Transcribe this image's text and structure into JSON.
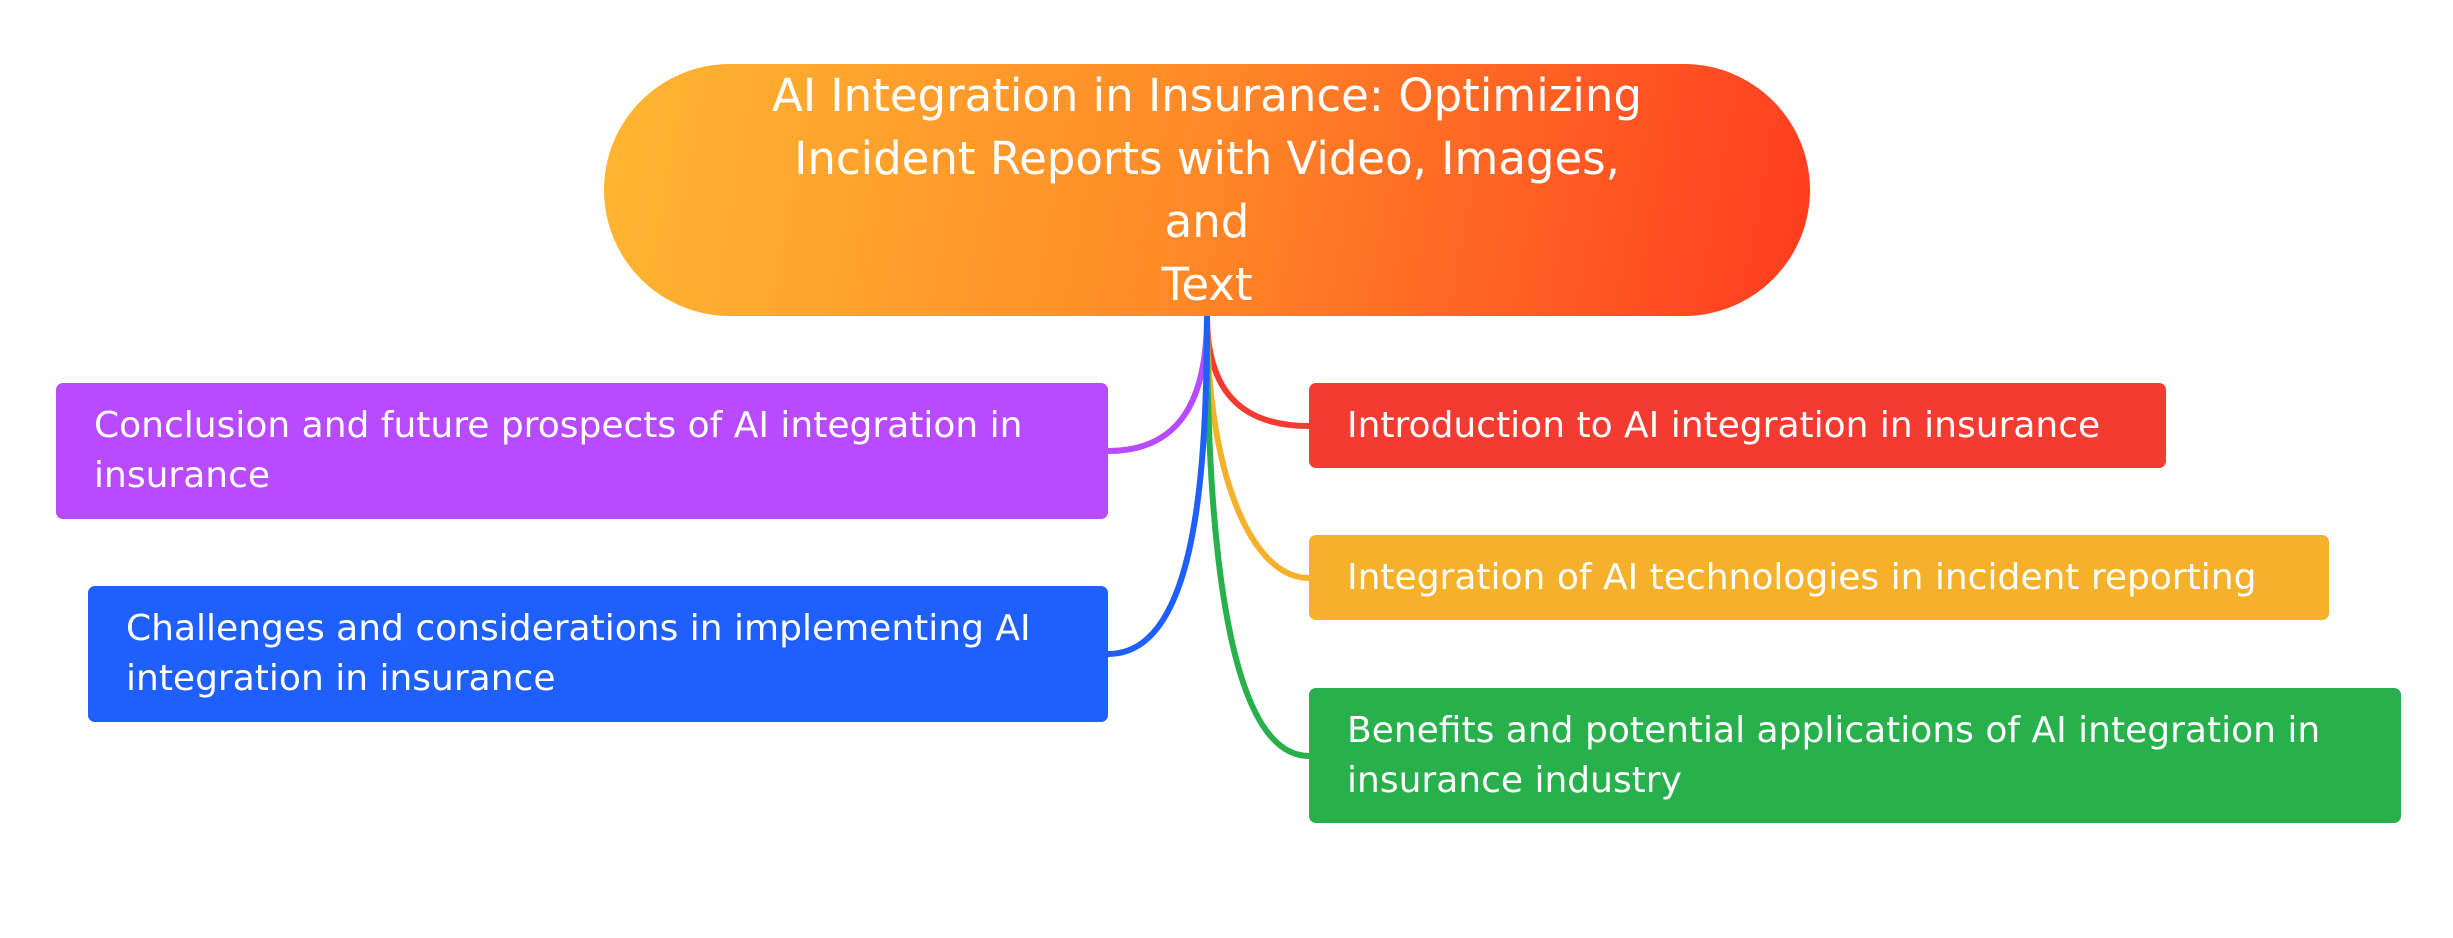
{
  "root": {
    "title_lines": [
      "AI Integration in Insurance: Optimizing",
      "Incident Reports with Video, Images, and",
      "Text"
    ],
    "color_start": "#ffb732",
    "color_end": "#ff3b20"
  },
  "branches": {
    "intro": {
      "label": "Introduction to AI integration in insurance",
      "color": "#f43b31"
    },
    "tech": {
      "label": "Integration of AI technologies in incident reporting",
      "color": "#f6b12c"
    },
    "benefits": {
      "label": "Benefits and potential applications of AI integration in insurance industry",
      "color": "#27b04b"
    },
    "conclusion": {
      "label": "Conclusion and future prospects of AI integration in insurance",
      "color": "#b84bff"
    },
    "challenges": {
      "label": "Challenges and considerations in implementing AI integration in insurance",
      "color": "#1f5ffb"
    }
  }
}
